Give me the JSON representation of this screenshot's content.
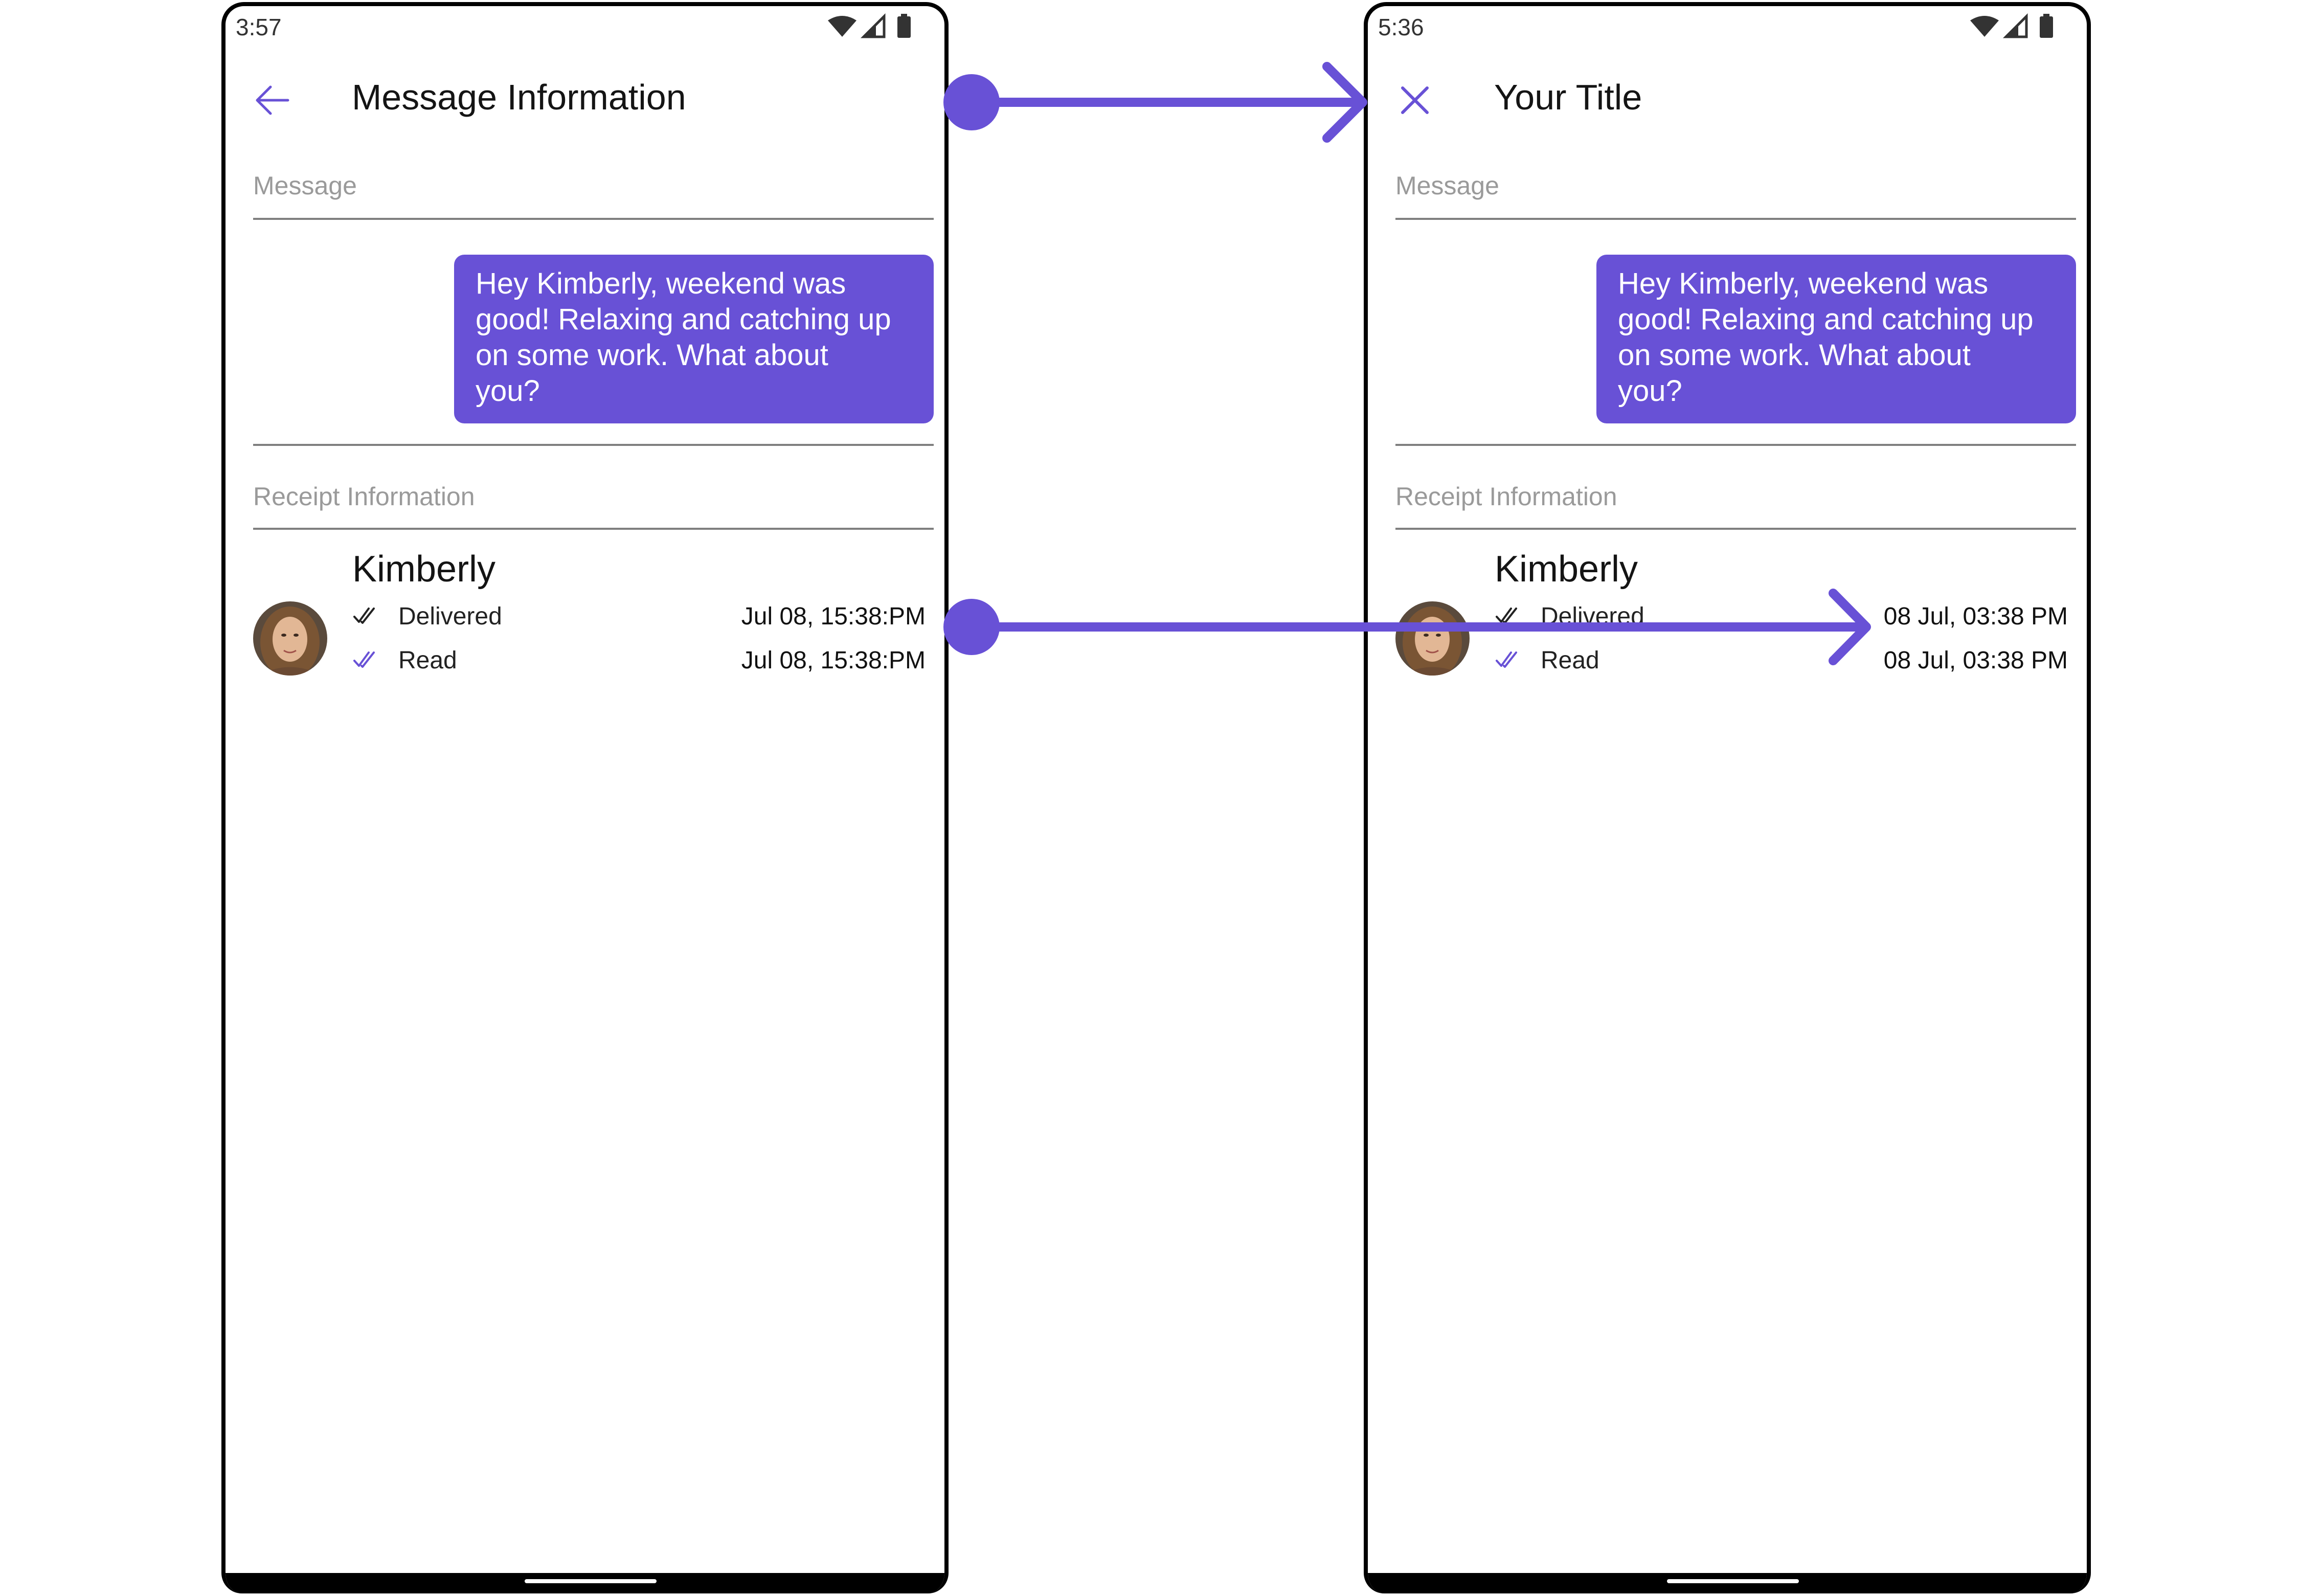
{
  "accent_color": "#6851d6",
  "screens": [
    {
      "status_time": "3:57",
      "nav_icon": "arrow-back-icon",
      "title": "Message Information",
      "message_label": "Message",
      "bubble_lines": [
        "Hey Kimberly, weekend was",
        "good!  Relaxing and catching up",
        "on some work.  What about",
        "you?"
      ],
      "receipt_label": "Receipt Information",
      "receiver_name": "Kimberly",
      "delivered_label": "Delivered",
      "delivered_time": "Jul 08, 15:38:PM",
      "read_label": "Read",
      "read_time": "Jul 08, 15:38:PM"
    },
    {
      "status_time": "5:36",
      "nav_icon": "close-icon",
      "title": "Your Title",
      "message_label": "Message",
      "bubble_lines": [
        "Hey Kimberly, weekend was",
        "good!  Relaxing and catching up",
        "on some work.  What about",
        "you?"
      ],
      "receipt_label": "Receipt Information",
      "receiver_name": "Kimberly",
      "delivered_label": "Delivered",
      "delivered_time": "08 Jul, 03:38 PM",
      "read_label": "Read",
      "read_time": "08 Jul, 03:38 PM"
    }
  ]
}
